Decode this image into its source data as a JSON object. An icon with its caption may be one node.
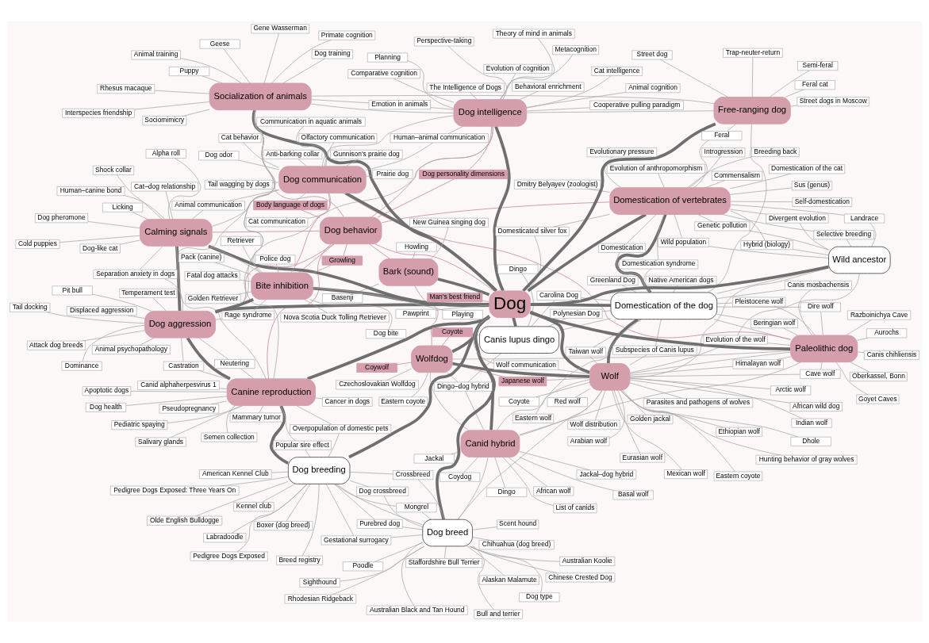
{
  "diagram": {
    "nodes": [
      {
        "text": [
          "Evolution of anthropomorphism"
        ]
      },
      {
        "text": [
          "Evolutionary pressure"
        ]
      },
      {
        "text": [
          "Self-domestication"
        ]
      },
      {
        "text": [
          "Dmitry Belyayev (zoologist)"
        ]
      },
      {
        "text": [
          "Introgression"
        ]
      },
      {
        "text": [
          "Sus (genus)"
        ]
      },
      {
        "text": [
          "Commensalism"
        ]
      },
      {
        "text": [
          "Domestication of vertebrates"
        ]
      },
      {
        "text": [
          "Domestication syndrome"
        ]
      },
      {
        "text": [
          "Breeding back"
        ]
      },
      {
        "text": [
          "Domestication of the cat"
        ]
      },
      {
        "text": [
          "Domesticated silver fox"
        ]
      },
      {
        "text": [
          "Domestication"
        ]
      },
      {
        "text": [
          "Divergent evolution"
        ]
      },
      {
        "text": [
          "Genetic pollution"
        ]
      },
      {
        "text": [
          "Selective breeding"
        ]
      },
      {
        "text": [
          "Feral"
        ]
      },
      {
        "text": [
          "Wild population"
        ]
      },
      {
        "text": [
          "Hybrid (biology)"
        ]
      },
      {
        "text": [
          "Landrace"
        ]
      },
      {
        "text": [
          "Canis chihliensis"
        ]
      },
      {
        "text": [
          "Razboinichya Cave"
        ]
      },
      {
        "text": [
          "Oberkassel, Bonn"
        ]
      },
      {
        "text": [
          "Goyet Caves"
        ]
      },
      {
        "text": [
          "Aurochs"
        ]
      },
      {
        "text": [
          "Paleolithic dog"
        ]
      },
      {
        "text": [
          "Canis mosbachensis"
        ]
      },
      {
        "text": [
          "Pleistocene wolf"
        ]
      },
      {
        "text": [
          "Dire wolf"
        ]
      },
      {
        "text": [
          "Beringian wolf"
        ]
      },
      {
        "text": [
          "Himalayan wolf"
        ]
      },
      {
        "text": [
          "Cave wolf"
        ]
      },
      {
        "text": [
          "The Intelligence of Dogs"
        ]
      },
      {
        "text": [
          "Evolution of cognition"
        ]
      },
      {
        "text": [
          "Animal cognition"
        ]
      },
      {
        "text": [
          "Cooperative pulling paradigm"
        ]
      },
      {
        "text": [
          "Behavioral enrichment"
        ]
      },
      {
        "text": [
          "Cat intelligence"
        ]
      },
      {
        "text": [
          "Planning"
        ]
      },
      {
        "text": [
          "Comparative cognition"
        ]
      },
      {
        "text": [
          "Metacognition"
        ]
      },
      {
        "text": [
          "Theory of mind in animals"
        ]
      },
      {
        "text": [
          "Perspective-taking"
        ]
      },
      {
        "text": [
          "Dog intelligence"
        ]
      },
      {
        "text": [
          "Trap-neuter-return"
        ]
      },
      {
        "text": [
          "Street dogs in Moscow"
        ]
      },
      {
        "text": [
          "Semi-feral"
        ]
      },
      {
        "text": [
          "Feral cat"
        ]
      },
      {
        "text": [
          "Street dog"
        ]
      },
      {
        "text": [
          "Free-ranging dog"
        ]
      },
      {
        "text": [
          "Wild ancestor"
        ]
      },
      {
        "text": [
          "Evolution of the wolf"
        ]
      },
      {
        "text": [
          "Native American dogs"
        ]
      },
      {
        "text": [
          "Greenland Dog"
        ]
      },
      {
        "text": [
          "Domestication of the dog"
        ]
      },
      {
        "text": [
          "Polynesian Dog"
        ]
      },
      {
        "text": [
          "Canis lupus dingo"
        ]
      },
      {
        "text": [
          "Taiwan wolf"
        ]
      },
      {
        "text": [
          "Man's best friend"
        ]
      },
      {
        "text": [
          "Dingo"
        ]
      },
      {
        "text": [
          "Japanese wolf"
        ]
      },
      {
        "text": [
          "Carolina Dog"
        ]
      },
      {
        "text": [
          "Dingo–dog hybrid"
        ]
      },
      {
        "text": [
          "Coyote"
        ]
      },
      {
        "text": [
          "Indian wolf"
        ]
      },
      {
        "text": [
          "Golden jackal"
        ]
      },
      {
        "text": [
          "Subspecies of Canis lupus"
        ]
      },
      {
        "text": [
          "Coywolf"
        ]
      },
      {
        "text": [
          "Dog personality dimensions"
        ]
      },
      {
        "text": [
          "Basenji"
        ]
      },
      {
        "text": [
          "Eastern coyote"
        ]
      },
      {
        "text": [
          "Red wolf"
        ]
      },
      {
        "text": [
          "Coyote"
        ]
      },
      {
        "text": [
          "Eastern wolf"
        ]
      },
      {
        "text": [
          "Ethiopian wolf"
        ]
      },
      {
        "text": [
          "Dhole"
        ]
      },
      {
        "text": [
          "Arctic wolf"
        ]
      },
      {
        "text": [
          "Mexican wolf"
        ]
      },
      {
        "text": [
          "Arabian wolf"
        ]
      },
      {
        "text": [
          "African wild dog"
        ]
      },
      {
        "text": [
          "Wolf distribution"
        ]
      },
      {
        "text": [
          "Eurasian wolf"
        ]
      },
      {
        "text": [
          "Parasites and pathogens of wolves"
        ]
      },
      {
        "text": [
          "Hunting behavior of gray wolves"
        ]
      },
      {
        "text": [
          "Coydog"
        ]
      },
      {
        "text": [
          "Dingo"
        ]
      },
      {
        "text": [
          "Jackal"
        ]
      },
      {
        "text": [
          "List of canids"
        ]
      },
      {
        "text": [
          "African wolf"
        ]
      },
      {
        "text": [
          "Jackal–dog hybrid"
        ]
      },
      {
        "text": [
          "Bark (sound)"
        ]
      },
      {
        "text": [
          "Wolfdog"
        ]
      },
      {
        "text": [
          "Wolf"
        ]
      },
      {
        "text": [
          "Dog behavior"
        ]
      },
      {
        "text": [
          "Dog"
        ]
      },
      {
        "text": [
          "Canid hybrid"
        ]
      },
      {
        "text": [
          "Socialization of animals"
        ]
      },
      {
        "text": [
          "Dog communication"
        ]
      },
      {
        "text": [
          "Emotion in animals"
        ]
      },
      {
        "text": [
          "Human–animal communication"
        ]
      },
      {
        "text": [
          "Olfactory communication"
        ]
      },
      {
        "text": [
          "Communication in aquatic animals"
        ]
      },
      {
        "text": [
          "Tail wagging by dogs"
        ]
      },
      {
        "text": [
          "Cat communication"
        ]
      },
      {
        "text": [
          "Dog odor"
        ]
      },
      {
        "text": [
          "Gunnison's prairie dog"
        ]
      },
      {
        "text": [
          "Prairie dog"
        ]
      },
      {
        "text": [
          "Anti-barking collar"
        ]
      },
      {
        "text": [
          "Cat behavior"
        ]
      },
      {
        "text": [
          "Gene Wasserman"
        ]
      },
      {
        "text": [
          "Sociomimicry"
        ]
      },
      {
        "text": [
          "Primate cognition"
        ]
      },
      {
        "text": [
          "Puppy"
        ]
      },
      {
        "text": [
          "Interspecies friendship"
        ]
      },
      {
        "text": [
          "Rhesus macaque"
        ]
      },
      {
        "text": [
          "Geese"
        ]
      },
      {
        "text": [
          "Animal training"
        ]
      },
      {
        "text": [
          "Howling"
        ]
      },
      {
        "text": [
          "Eastern coyote"
        ]
      },
      {
        "text": [
          "New Guinea singing dog"
        ]
      },
      {
        "text": [
          "Czechoslovakian Wolfdog"
        ]
      },
      {
        "text": [
          "Wolf communication"
        ]
      },
      {
        "text": [
          "Pawprint"
        ]
      },
      {
        "text": [
          "Basal wolf"
        ]
      },
      {
        "text": [
          "Dog training"
        ]
      },
      {
        "text": [
          "Growling"
        ]
      },
      {
        "text": [
          "Animal communication"
        ]
      },
      {
        "text": [
          "Licking"
        ]
      },
      {
        "text": [
          "Body language of dogs"
        ]
      },
      {
        "text": [
          "Calming signals"
        ]
      },
      {
        "text": [
          "Alpha roll"
        ]
      },
      {
        "text": [
          "Cat–dog relationship"
        ]
      },
      {
        "text": [
          "Dog-like cat"
        ]
      },
      {
        "text": [
          "Playing"
        ]
      },
      {
        "text": [
          "Retriever"
        ]
      },
      {
        "text": [
          "Bite inhibition"
        ]
      },
      {
        "text": [
          "Golden Retriever"
        ]
      },
      {
        "text": [
          "Dog bite"
        ]
      },
      {
        "text": [
          "Pack (canine)"
        ]
      },
      {
        "text": [
          "Nova Scotia Duck Tolling Retriever"
        ]
      },
      {
        "text": [
          "Police dog"
        ]
      },
      {
        "text": [
          "Fatal dog attacks"
        ]
      },
      {
        "text": [
          "Shock collar"
        ]
      },
      {
        "text": [
          "Cold puppies"
        ]
      },
      {
        "text": [
          "Dog pheromone"
        ]
      },
      {
        "text": [
          "Human–canine bond"
        ]
      },
      {
        "text": [
          "Separation anxiety in dogs"
        ]
      },
      {
        "text": [
          "Rage syndrome"
        ]
      },
      {
        "text": [
          "Dog aggression"
        ]
      },
      {
        "text": [
          "Temperament test"
        ]
      },
      {
        "text": [
          "Dominance"
        ]
      },
      {
        "text": [
          "Castration"
        ]
      },
      {
        "text": [
          "Tail docking"
        ]
      },
      {
        "text": [
          "Pit bull"
        ]
      },
      {
        "text": [
          "Attack dog breeds"
        ]
      },
      {
        "text": [
          "Neutering"
        ]
      },
      {
        "text": [
          "Animal psychopathology"
        ]
      },
      {
        "text": [
          "Displaced aggression"
        ]
      },
      {
        "text": [
          "Canine reproduction"
        ]
      },
      {
        "text": [
          "Popular sire effect"
        ]
      },
      {
        "text": [
          "Salivary glands"
        ]
      },
      {
        "text": [
          "Dog health"
        ]
      },
      {
        "text": [
          "Mammary tumor"
        ]
      },
      {
        "text": [
          "Apoptotic dogs"
        ]
      },
      {
        "text": [
          "Cancer in dogs"
        ]
      },
      {
        "text": [
          "Pseudopregnancy"
        ]
      },
      {
        "text": [
          "Pediatric spaying"
        ]
      },
      {
        "text": [
          "Semen collection"
        ]
      },
      {
        "text": [
          "Canid alphaherpesvirus 1"
        ]
      },
      {
        "text": [
          "Overpopulation of domestic pets"
        ]
      },
      {
        "text": [
          "Gestational surrogacy"
        ]
      },
      {
        "text": [
          "Dog breed"
        ]
      },
      {
        "text": [
          "Poodle"
        ]
      },
      {
        "text": [
          "Chinese Crested Dog"
        ]
      },
      {
        "text": [
          "Sighthound"
        ]
      },
      {
        "text": [
          "Dog type"
        ]
      },
      {
        "text": [
          "Alaskan Malamute"
        ]
      },
      {
        "text": [
          "Australian Koolie"
        ]
      },
      {
        "text": [
          "Mongrel"
        ]
      },
      {
        "text": [
          "Crossbreed"
        ]
      },
      {
        "text": [
          "Scent hound"
        ]
      },
      {
        "text": [
          "Chihuahua (dog breed)"
        ]
      },
      {
        "text": [
          "Australian Black and Tan Hound"
        ]
      },
      {
        "text": [
          "Dog breeding"
        ]
      },
      {
        "text": [
          "Kennel club"
        ]
      },
      {
        "text": [
          "Dog crossbreed"
        ]
      },
      {
        "text": [
          "Bull and terrier"
        ]
      },
      {
        "text": [
          "Staffordshire Bull Terrier"
        ]
      },
      {
        "text": [
          "Purebred dog"
        ]
      },
      {
        "text": [
          "Rhodesian Ridgeback"
        ]
      },
      {
        "text": [
          "Labradoodle"
        ]
      },
      {
        "text": [
          "Breed registry"
        ]
      },
      {
        "text": [
          "American Kennel Club"
        ]
      },
      {
        "text": [
          "Boxer (dog breed)"
        ]
      },
      {
        "text": [
          "Pedigree Dogs Exposed"
        ]
      },
      {
        "text": [
          "Olde English Bulldogge"
        ]
      },
      {
        "text": [
          "Pedigree Dogs Exposed: Three Years On"
        ]
      }
    ],
    "edges": [
      {
        "from": 0,
        "to": 7,
        "arrow": "none"
      },
      {
        "from": 1,
        "to": 7,
        "arrow": "none"
      },
      {
        "from": 2,
        "to": 7,
        "arrow": "none"
      },
      {
        "from": 3,
        "to": 7,
        "arrow": "none"
      },
      {
        "from": 4,
        "to": 7,
        "arrow": "none"
      },
      {
        "from": 5,
        "to": 7,
        "arrow": "none"
      },
      {
        "from": 6,
        "to": 7,
        "arrow": "none"
      },
      {
        "from": 8,
        "to": 7,
        "arrow": "none"
      },
      {
        "from": 9,
        "to": 7,
        "arrow": "none"
      },
      {
        "from": 10,
        "to": 7,
        "arrow": "none"
      },
      {
        "from": 11,
        "to": 7,
        "arrow": "none"
      },
      {
        "from": 12,
        "to": 7,
        "arrow": "none"
      },
      {
        "from": 13,
        "to": 7,
        "arrow": "none"
      },
      {
        "from": 14,
        "to": 7,
        "arrow": "none"
      },
      {
        "from": 15,
        "to": 7,
        "arrow": "none"
      },
      {
        "from": 16,
        "to": 7,
        "arrow": "none"
      },
      {
        "from": 17,
        "to": 7,
        "arrow": "none"
      },
      {
        "from": 18,
        "to": 7,
        "arrow": "none"
      },
      {
        "from": 19,
        "to": 7,
        "arrow": "none"
      },
      {
        "from": 8,
        "to": 54,
        "arrow": "none"
      },
      {
        "from": 11,
        "to": 94,
        "arrow": "none"
      },
      {
        "from": 12,
        "to": 54,
        "arrow": "none"
      },
      {
        "from": 13,
        "to": 50,
        "arrow": "none"
      },
      {
        "from": 14,
        "to": 50,
        "arrow": "none"
      },
      {
        "from": 15,
        "to": 50,
        "arrow": "none"
      },
      {
        "from": 16,
        "to": 49,
        "arrow": "none"
      },
      {
        "from": 17,
        "to": 50,
        "arrow": "none"
      },
      {
        "from": 18,
        "to": 50,
        "arrow": "none"
      },
      {
        "from": 19,
        "to": 50,
        "arrow": "none"
      },
      {
        "from": 20,
        "to": 25,
        "arrow": "none"
      },
      {
        "from": 21,
        "to": 25,
        "arrow": "none"
      },
      {
        "from": 22,
        "to": 25,
        "arrow": "none"
      },
      {
        "from": 23,
        "to": 25,
        "arrow": "none"
      },
      {
        "from": 24,
        "to": 25,
        "arrow": "none"
      },
      {
        "from": 26,
        "to": 25,
        "arrow": "none"
      },
      {
        "from": 27,
        "to": 25,
        "arrow": "none"
      },
      {
        "from": 28,
        "to": 25,
        "arrow": "none"
      },
      {
        "from": 29,
        "to": 25,
        "arrow": "none"
      },
      {
        "from": 30,
        "to": 25,
        "arrow": "none"
      },
      {
        "from": 31,
        "to": 25,
        "arrow": "none"
      },
      {
        "from": 51,
        "to": 25,
        "arrow": "none"
      },
      {
        "from": 26,
        "to": 54,
        "arrow": "none"
      },
      {
        "from": 27,
        "to": 54,
        "arrow": "none"
      },
      {
        "from": 28,
        "to": 54,
        "arrow": "none"
      },
      {
        "from": 29,
        "to": 54,
        "arrow": "none"
      },
      {
        "from": 30,
        "to": 92,
        "arrow": "none"
      },
      {
        "from": 31,
        "to": 92,
        "arrow": "none"
      },
      {
        "from": 51,
        "to": 92,
        "arrow": "none"
      },
      {
        "from": 51,
        "to": 50,
        "arrow": "none"
      },
      {
        "from": 32,
        "to": 43,
        "arrow": "none"
      },
      {
        "from": 33,
        "to": 43,
        "arrow": "none"
      },
      {
        "from": 34,
        "to": 43,
        "arrow": "none"
      },
      {
        "from": 35,
        "to": 43,
        "arrow": "none"
      },
      {
        "from": 36,
        "to": 43,
        "arrow": "none"
      },
      {
        "from": 37,
        "to": 43,
        "arrow": "none"
      },
      {
        "from": 38,
        "to": 43,
        "arrow": "none"
      },
      {
        "from": 39,
        "to": 43,
        "arrow": "none"
      },
      {
        "from": 40,
        "to": 43,
        "arrow": "none"
      },
      {
        "from": 41,
        "to": 43,
        "arrow": "none"
      },
      {
        "from": 42,
        "to": 43,
        "arrow": "none"
      },
      {
        "from": 98,
        "to": 43,
        "arrow": "none"
      },
      {
        "from": 98,
        "to": 96,
        "arrow": "none"
      },
      {
        "from": 99,
        "to": 43,
        "arrow": "none"
      },
      {
        "from": 99,
        "to": 97,
        "arrow": "none"
      },
      {
        "from": 44,
        "to": 49,
        "arrow": "none"
      },
      {
        "from": 45,
        "to": 49,
        "arrow": "none"
      },
      {
        "from": 46,
        "to": 49,
        "arrow": "none"
      },
      {
        "from": 47,
        "to": 49,
        "arrow": "none"
      },
      {
        "from": 48,
        "to": 49,
        "arrow": "none"
      },
      {
        "from": 52,
        "to": 54,
        "arrow": "none"
      },
      {
        "from": 53,
        "to": 54,
        "arrow": "none"
      },
      {
        "from": 55,
        "to": 54,
        "arrow": "none"
      },
      {
        "from": 61,
        "to": 54,
        "arrow": "none"
      },
      {
        "from": 66,
        "to": 54,
        "arrow": "none"
      },
      {
        "from": 55,
        "to": 56,
        "arrow": "none"
      },
      {
        "from": 59,
        "to": 56,
        "arrow": "none"
      },
      {
        "from": 61,
        "to": 56,
        "arrow": "none"
      },
      {
        "from": 62,
        "to": 56,
        "arrow": "none"
      },
      {
        "from": 63,
        "to": 56,
        "arrow": "none"
      },
      {
        "from": 57,
        "to": 92,
        "arrow": "none"
      },
      {
        "from": 57,
        "to": 54,
        "arrow": "none"
      },
      {
        "from": 58,
        "to": 94,
        "arrow": "none",
        "color": "#c47f92"
      },
      {
        "from": 60,
        "to": 91,
        "arrow": "none",
        "color": "#c47f92"
      },
      {
        "from": 60,
        "to": 92,
        "arrow": "none"
      },
      {
        "from": 63,
        "to": 91,
        "arrow": "none",
        "color": "#c47f92"
      },
      {
        "from": 67,
        "to": 91,
        "arrow": "none",
        "color": "#c47f92"
      },
      {
        "from": 68,
        "to": 43,
        "arrow": "none",
        "color": "#c47f92"
      },
      {
        "from": 68,
        "to": 93,
        "arrow": "none",
        "color": "#c47f92"
      },
      {
        "from": 64,
        "to": 92,
        "arrow": "none"
      },
      {
        "from": 65,
        "to": 92,
        "arrow": "none"
      },
      {
        "from": 66,
        "to": 92,
        "arrow": "none"
      },
      {
        "from": 70,
        "to": 92,
        "arrow": "none"
      },
      {
        "from": 71,
        "to": 92,
        "arrow": "none"
      },
      {
        "from": 72,
        "to": 92,
        "arrow": "none"
      },
      {
        "from": 73,
        "to": 92,
        "arrow": "none"
      },
      {
        "from": 74,
        "to": 92,
        "arrow": "none"
      },
      {
        "from": 75,
        "to": 92,
        "arrow": "none"
      },
      {
        "from": 76,
        "to": 92,
        "arrow": "none"
      },
      {
        "from": 77,
        "to": 92,
        "arrow": "none"
      },
      {
        "from": 78,
        "to": 92,
        "arrow": "none"
      },
      {
        "from": 79,
        "to": 92,
        "arrow": "none"
      },
      {
        "from": 80,
        "to": 92,
        "arrow": "none"
      },
      {
        "from": 81,
        "to": 92,
        "arrow": "none"
      },
      {
        "from": 82,
        "to": 92,
        "arrow": "none"
      },
      {
        "from": 83,
        "to": 92,
        "arrow": "none"
      },
      {
        "from": 84,
        "to": 95,
        "arrow": "none"
      },
      {
        "from": 85,
        "to": 95,
        "arrow": "none"
      },
      {
        "from": 86,
        "to": 95,
        "arrow": "none"
      },
      {
        "from": 87,
        "to": 95,
        "arrow": "none"
      },
      {
        "from": 88,
        "to": 95,
        "arrow": "none"
      },
      {
        "from": 89,
        "to": 95,
        "arrow": "none"
      },
      {
        "from": 123,
        "to": 95,
        "arrow": "none"
      },
      {
        "from": 62,
        "to": 95,
        "arrow": "none"
      },
      {
        "from": 69,
        "to": 90,
        "arrow": "none"
      },
      {
        "from": 117,
        "to": 90,
        "arrow": "none"
      },
      {
        "from": 119,
        "to": 90,
        "arrow": "none"
      },
      {
        "from": 120,
        "to": 91,
        "arrow": "none"
      },
      {
        "from": 118,
        "to": 91,
        "arrow": "none"
      },
      {
        "from": 62,
        "to": 91,
        "arrow": "none"
      },
      {
        "from": 121,
        "to": 92,
        "arrow": "none"
      },
      {
        "from": 121,
        "to": 94,
        "arrow": "none"
      },
      {
        "from": 122,
        "to": 94,
        "arrow": "none"
      },
      {
        "from": 100,
        "to": 97,
        "arrow": "none"
      },
      {
        "from": 101,
        "to": 97,
        "arrow": "none"
      },
      {
        "from": 102,
        "to": 97,
        "arrow": "none"
      },
      {
        "from": 103,
        "to": 97,
        "arrow": "none"
      },
      {
        "from": 104,
        "to": 97,
        "arrow": "none"
      },
      {
        "from": 105,
        "to": 97,
        "arrow": "none"
      },
      {
        "from": 106,
        "to": 97,
        "arrow": "none"
      },
      {
        "from": 107,
        "to": 97,
        "arrow": "none"
      },
      {
        "from": 108,
        "to": 97,
        "arrow": "none"
      },
      {
        "from": 126,
        "to": 97,
        "arrow": "none"
      },
      {
        "from": 109,
        "to": 96,
        "arrow": "none"
      },
      {
        "from": 110,
        "to": 96,
        "arrow": "none"
      },
      {
        "from": 111,
        "to": 96,
        "arrow": "none"
      },
      {
        "from": 112,
        "to": 96,
        "arrow": "none"
      },
      {
        "from": 113,
        "to": 96,
        "arrow": "none"
      },
      {
        "from": 114,
        "to": 96,
        "arrow": "none"
      },
      {
        "from": 115,
        "to": 96,
        "arrow": "none"
      },
      {
        "from": 116,
        "to": 96,
        "arrow": "none"
      },
      {
        "from": 124,
        "to": 96,
        "arrow": "none"
      },
      {
        "from": 127,
        "to": 129,
        "arrow": "none"
      },
      {
        "from": 130,
        "to": 129,
        "arrow": "none"
      },
      {
        "from": 131,
        "to": 129,
        "arrow": "none"
      },
      {
        "from": 132,
        "to": 129,
        "arrow": "none"
      },
      {
        "from": 142,
        "to": 129,
        "arrow": "none"
      },
      {
        "from": 143,
        "to": 129,
        "arrow": "none"
      },
      {
        "from": 144,
        "to": 129,
        "arrow": "none"
      },
      {
        "from": 145,
        "to": 129,
        "arrow": "none"
      },
      {
        "from": 146,
        "to": 129,
        "arrow": "none"
      },
      {
        "from": 126,
        "to": 129,
        "arrow": "none"
      },
      {
        "from": 125,
        "to": 93,
        "arrow": "none",
        "color": "#c47f92"
      },
      {
        "from": 125,
        "to": 135,
        "arrow": "none"
      },
      {
        "from": 128,
        "to": 93,
        "arrow": "none",
        "color": "#c47f92"
      },
      {
        "from": 128,
        "to": 97,
        "arrow": "none"
      },
      {
        "from": 133,
        "to": 135,
        "arrow": "none"
      },
      {
        "from": 134,
        "to": 135,
        "arrow": "none"
      },
      {
        "from": 136,
        "to": 135,
        "arrow": "none"
      },
      {
        "from": 137,
        "to": 135,
        "arrow": "none"
      },
      {
        "from": 138,
        "to": 135,
        "arrow": "none"
      },
      {
        "from": 139,
        "to": 135,
        "arrow": "none"
      },
      {
        "from": 140,
        "to": 135,
        "arrow": "none"
      },
      {
        "from": 141,
        "to": 135,
        "arrow": "none"
      },
      {
        "from": 147,
        "to": 135,
        "arrow": "none"
      },
      {
        "from": 147,
        "to": 148,
        "arrow": "none"
      },
      {
        "from": 149,
        "to": 148,
        "arrow": "none"
      },
      {
        "from": 150,
        "to": 148,
        "arrow": "none"
      },
      {
        "from": 151,
        "to": 148,
        "arrow": "none"
      },
      {
        "from": 152,
        "to": 148,
        "arrow": "none"
      },
      {
        "from": 153,
        "to": 148,
        "arrow": "none"
      },
      {
        "from": 154,
        "to": 148,
        "arrow": "none"
      },
      {
        "from": 155,
        "to": 148,
        "arrow": "none"
      },
      {
        "from": 156,
        "to": 148,
        "arrow": "none"
      },
      {
        "from": 157,
        "to": 148,
        "arrow": "none"
      },
      {
        "from": 146,
        "to": 148,
        "arrow": "none"
      },
      {
        "from": 151,
        "to": 158,
        "arrow": "none"
      },
      {
        "from": 155,
        "to": 158,
        "arrow": "none"
      },
      {
        "from": 159,
        "to": 158,
        "arrow": "none"
      },
      {
        "from": 160,
        "to": 158,
        "arrow": "none"
      },
      {
        "from": 161,
        "to": 158,
        "arrow": "none"
      },
      {
        "from": 162,
        "to": 158,
        "arrow": "none"
      },
      {
        "from": 163,
        "to": 158,
        "arrow": "none"
      },
      {
        "from": 164,
        "to": 158,
        "arrow": "none"
      },
      {
        "from": 165,
        "to": 158,
        "arrow": "none"
      },
      {
        "from": 166,
        "to": 158,
        "arrow": "none"
      },
      {
        "from": 167,
        "to": 158,
        "arrow": "none"
      },
      {
        "from": 168,
        "to": 158,
        "arrow": "none"
      },
      {
        "from": 169,
        "to": 158,
        "arrow": "none"
      },
      {
        "from": 170,
        "to": 171,
        "arrow": "none"
      },
      {
        "from": 172,
        "to": 171,
        "arrow": "none"
      },
      {
        "from": 173,
        "to": 171,
        "arrow": "none"
      },
      {
        "from": 174,
        "to": 171,
        "arrow": "none"
      },
      {
        "from": 175,
        "to": 171,
        "arrow": "none"
      },
      {
        "from": 176,
        "to": 171,
        "arrow": "none"
      },
      {
        "from": 177,
        "to": 171,
        "arrow": "none"
      },
      {
        "from": 178,
        "to": 171,
        "arrow": "none"
      },
      {
        "from": 179,
        "to": 171,
        "arrow": "none"
      },
      {
        "from": 180,
        "to": 171,
        "arrow": "none"
      },
      {
        "from": 181,
        "to": 171,
        "arrow": "none"
      },
      {
        "from": 182,
        "to": 171,
        "arrow": "none"
      },
      {
        "from": 185,
        "to": 171,
        "arrow": "none"
      },
      {
        "from": 186,
        "to": 171,
        "arrow": "none"
      },
      {
        "from": 187,
        "to": 171,
        "arrow": "none"
      },
      {
        "from": 188,
        "to": 171,
        "arrow": "none"
      },
      {
        "from": 189,
        "to": 171,
        "arrow": "none"
      },
      {
        "from": 178,
        "to": 183,
        "arrow": "none"
      },
      {
        "from": 179,
        "to": 183,
        "arrow": "none"
      },
      {
        "from": 184,
        "to": 183,
        "arrow": "none"
      },
      {
        "from": 185,
        "to": 183,
        "arrow": "none"
      },
      {
        "from": 188,
        "to": 183,
        "arrow": "none"
      },
      {
        "from": 190,
        "to": 183,
        "arrow": "none"
      },
      {
        "from": 191,
        "to": 183,
        "arrow": "none"
      },
      {
        "from": 192,
        "to": 183,
        "arrow": "none"
      },
      {
        "from": 193,
        "to": 183,
        "arrow": "none"
      },
      {
        "from": 194,
        "to": 183,
        "arrow": "none"
      },
      {
        "from": 195,
        "to": 183,
        "arrow": "none"
      },
      {
        "from": 196,
        "to": 183,
        "arrow": "none"
      },
      {
        "from": 159,
        "to": 183,
        "arrow": "none"
      },
      {
        "from": 169,
        "to": 183,
        "arrow": "none"
      },
      {
        "from": 170,
        "to": 183,
        "arrow": "none"
      },
      {
        "from": 94,
        "to": 7,
        "arrow": "none",
        "style": "thick",
        "color": "#6f6f6f"
      },
      {
        "from": 94,
        "to": 25,
        "arrow": "none",
        "style": "thick",
        "color": "#6f6f6f"
      },
      {
        "from": 94,
        "to": 50,
        "arrow": "none",
        "style": "thick",
        "color": "#6f6f6f"
      },
      {
        "from": 94,
        "to": 54,
        "arrow": "none",
        "style": "thick",
        "color": "#6f6f6f"
      },
      {
        "from": 94,
        "to": 56,
        "arrow": "none",
        "style": "thick",
        "color": "#6f6f6f"
      },
      {
        "from": 94,
        "to": 49,
        "arrow": "none",
        "style": "thick",
        "color": "#6f6f6f"
      },
      {
        "from": 94,
        "to": 90,
        "arrow": "none",
        "style": "thick",
        "color": "#6f6f6f"
      },
      {
        "from": 94,
        "to": 91,
        "arrow": "none",
        "style": "thick",
        "color": "#6f6f6f"
      },
      {
        "from": 94,
        "to": 92,
        "arrow": "none",
        "style": "thick",
        "color": "#6f6f6f"
      },
      {
        "from": 94,
        "to": 93,
        "arrow": "none",
        "color": "#c47f92"
      },
      {
        "from": 94,
        "to": 96,
        "arrow": "none",
        "style": "thick",
        "color": "#6f6f6f"
      },
      {
        "from": 94,
        "to": 97,
        "arrow": "none",
        "style": "thick",
        "color": "#6f6f6f"
      },
      {
        "from": 94,
        "to": 95,
        "arrow": "none",
        "style": "thick",
        "color": "#6f6f6f"
      },
      {
        "from": 94,
        "to": 129,
        "arrow": "none",
        "style": "thick",
        "color": "#6f6f6f"
      },
      {
        "from": 94,
        "to": 135,
        "arrow": "none",
        "style": "thick",
        "color": "#6f6f6f"
      },
      {
        "from": 94,
        "to": 148,
        "arrow": "none",
        "style": "thick",
        "color": "#6f6f6f"
      },
      {
        "from": 94,
        "to": 158,
        "arrow": "none",
        "style": "thick",
        "color": "#6f6f6f"
      },
      {
        "from": 94,
        "to": 171,
        "arrow": "none",
        "style": "thick",
        "color": "#6f6f6f"
      },
      {
        "from": 94,
        "to": 183,
        "arrow": "none",
        "style": "thick",
        "color": "#6f6f6f"
      },
      {
        "from": 94,
        "to": 43,
        "arrow": "none",
        "style": "thick",
        "color": "#6f6f6f"
      },
      {
        "from": 7,
        "to": 54,
        "arrow": "none",
        "style": "thick",
        "color": "#6f6f6f"
      },
      {
        "from": 7,
        "to": 93,
        "arrow": "none",
        "color": "#c47f92"
      },
      {
        "from": 25,
        "to": 97,
        "arrow": "none",
        "color": "#c47f92"
      },
      {
        "from": 25,
        "to": 91,
        "arrow": "none"
      },
      {
        "from": 25,
        "to": 54,
        "arrow": "none"
      },
      {
        "from": 25,
        "to": 92,
        "arrow": "none"
      },
      {
        "from": 25,
        "to": 95,
        "arrow": "none"
      },
      {
        "from": 50,
        "to": 54,
        "arrow": "none"
      },
      {
        "from": 50,
        "to": 92,
        "arrow": "none"
      },
      {
        "from": 56,
        "to": 54,
        "arrow": "none"
      },
      {
        "from": 49,
        "to": 43,
        "arrow": "none"
      },
      {
        "from": 49,
        "to": 54,
        "arrow": "none"
      },
      {
        "from": 49,
        "to": 96,
        "arrow": "none"
      },
      {
        "from": 43,
        "to": 93,
        "arrow": "none",
        "color": "#c47f92"
      },
      {
        "from": 43,
        "to": 148,
        "arrow": "none"
      },
      {
        "from": 43,
        "to": 96,
        "arrow": "none"
      },
      {
        "from": 43,
        "to": 97,
        "arrow": "none"
      },
      {
        "from": 96,
        "to": 93,
        "arrow": "none",
        "color": "#c47f92"
      },
      {
        "from": 96,
        "to": 135,
        "arrow": "none"
      },
      {
        "from": 96,
        "to": 148,
        "arrow": "none"
      },
      {
        "from": 96,
        "to": 158,
        "arrow": "none"
      },
      {
        "from": 97,
        "to": 129,
        "arrow": "none"
      },
      {
        "from": 97,
        "to": 135,
        "arrow": "none",
        "color": "#c47f92"
      },
      {
        "from": 93,
        "to": 129,
        "arrow": "none",
        "color": "#c47f92"
      },
      {
        "from": 93,
        "to": 148,
        "arrow": "none",
        "color": "#c47f92"
      },
      {
        "from": 93,
        "to": 135,
        "arrow": "none",
        "color": "#c47f92"
      },
      {
        "from": 93,
        "to": 158,
        "arrow": "none",
        "color": "#c47f92"
      },
      {
        "from": 90,
        "to": 91,
        "arrow": "none",
        "color": "#c47f92"
      },
      {
        "from": 90,
        "to": 93,
        "arrow": "none",
        "color": "#c47f92"
      },
      {
        "from": 91,
        "to": 92,
        "arrow": "none",
        "style": "thick",
        "color": "#6f6f6f"
      },
      {
        "from": 91,
        "to": 95,
        "arrow": "none"
      },
      {
        "from": 92,
        "to": 95,
        "arrow": "none"
      },
      {
        "from": 92,
        "to": 54,
        "arrow": "none",
        "style": "thick",
        "color": "#6f6f6f"
      },
      {
        "from": 95,
        "to": 54,
        "arrow": "none"
      },
      {
        "from": 129,
        "to": 148,
        "arrow": "none",
        "style": "thick",
        "color": "#6f6f6f"
      },
      {
        "from": 129,
        "to": 135,
        "arrow": "none"
      },
      {
        "from": 129,
        "to": 158,
        "arrow": "none"
      },
      {
        "from": 135,
        "to": 148,
        "arrow": "none",
        "style": "thick",
        "color": "#6f6f6f"
      },
      {
        "from": 148,
        "to": 158,
        "arrow": "none",
        "style": "thick",
        "color": "#6f6f6f"
      },
      {
        "from": 158,
        "to": 183,
        "arrow": "none",
        "style": "thick",
        "color": "#6f6f6f"
      },
      {
        "from": 171,
        "to": 183,
        "arrow": "none"
      },
      {
        "from": 171,
        "to": 95,
        "arrow": "none"
      },
      {
        "from": 171,
        "to": 92,
        "arrow": "none"
      }
    ]
  }
}
